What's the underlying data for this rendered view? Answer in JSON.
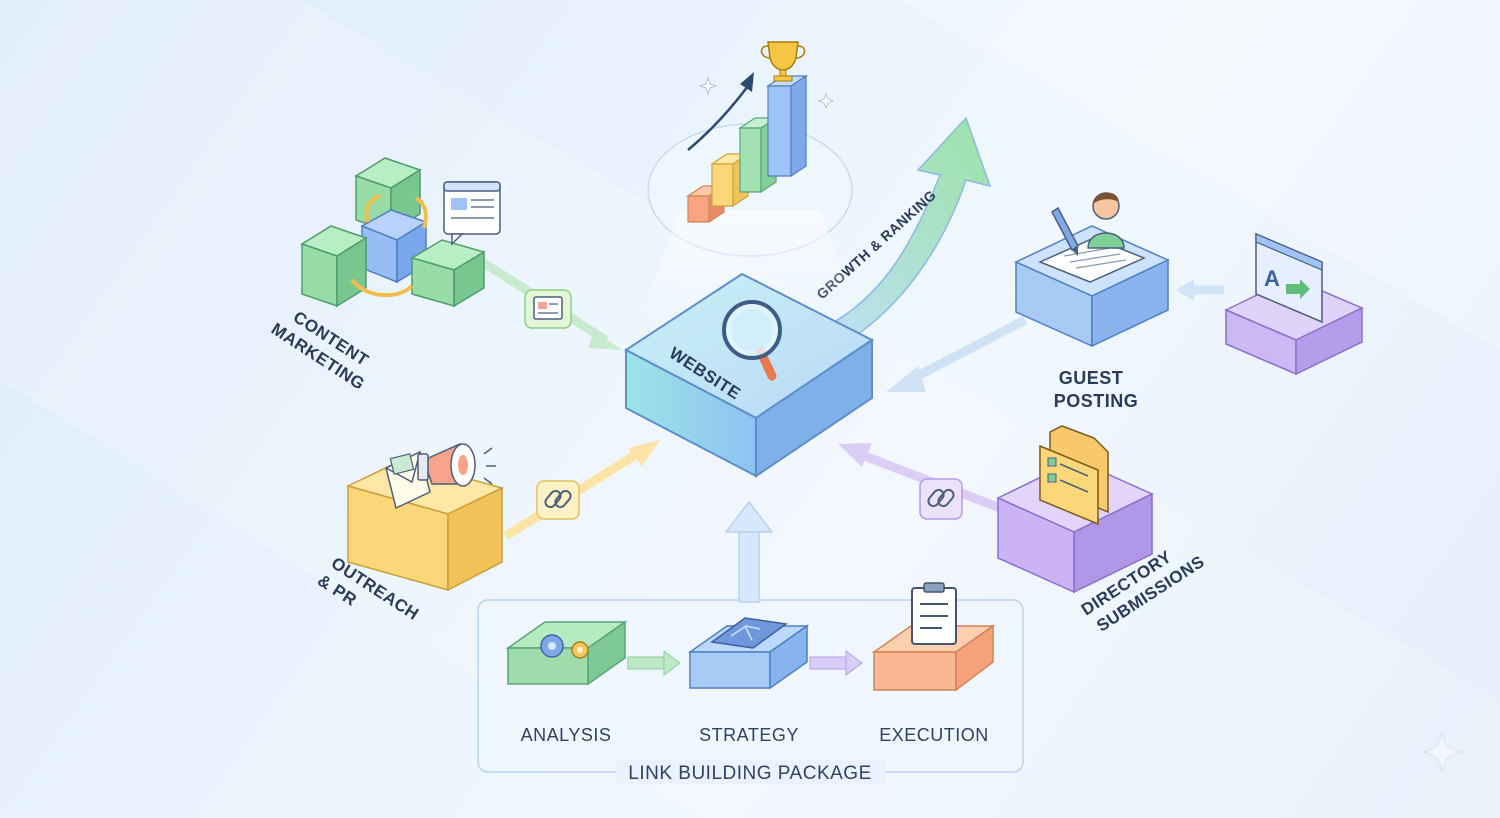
{
  "center": {
    "label": "WEBSITE"
  },
  "growth": {
    "label": "GROWTH & RANKING"
  },
  "nodes": {
    "content_marketing": {
      "line1": "CONTENT",
      "line2": "MARKETING"
    },
    "guest_posting": {
      "line1": "GUEST",
      "line2": "POSTING"
    },
    "outreach_pr": {
      "line1": "OUTREACH",
      "line2": "& PR"
    },
    "directory_submissions": {
      "line1": "DIRECTORY",
      "line2": "SUBMISSIONS"
    }
  },
  "package": {
    "title": "LINK BUILDING PACKAGE",
    "steps": [
      "ANALYSIS",
      "STRATEGY",
      "EXECUTION"
    ]
  },
  "colors": {
    "green": "#8fd9a4",
    "blue": "#8fbdf2",
    "yellow": "#fbd97a",
    "purple": "#c8b3f2",
    "orange": "#f9b98a",
    "teal": "#a8e6ee"
  },
  "icons": [
    "trophy-icon",
    "magnifier-icon",
    "megaphone-icon",
    "envelope-icon",
    "link-icon",
    "folder-icon",
    "person-icon",
    "pen-icon",
    "gear-icon",
    "blueprint-icon",
    "clipboard-icon",
    "translate-icon",
    "article-icon",
    "sparkle-icon"
  ]
}
